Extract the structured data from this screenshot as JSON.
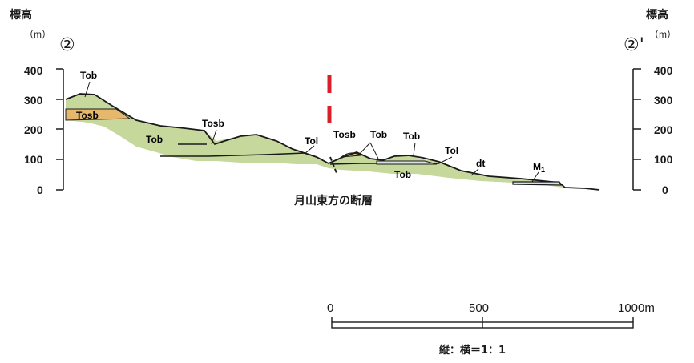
{
  "left_axis": {
    "title": "標高",
    "unit": "（m）",
    "section_marker": "②",
    "ticks": [
      "400",
      "300",
      "200",
      "100",
      "0"
    ]
  },
  "right_axis": {
    "title": "標高",
    "unit": "（m）",
    "section_marker": "②'",
    "ticks": [
      "400",
      "300",
      "200",
      "100",
      "0"
    ]
  },
  "labels": {
    "tob_peak": "Tob",
    "tosb_left": "Tosb",
    "tob_left": "Tob",
    "tosb_mid": "Tosb",
    "tol_mid": "Tol",
    "tosb_right": "Tosb",
    "tob_right1": "Tob",
    "tob_right2": "Tob",
    "tol_right": "Tol",
    "tob_lower": "Tob",
    "dt": "dt",
    "m1": "M",
    "m1_sub": "1"
  },
  "fault_label": "月山東方の断層",
  "scale_bar": {
    "labels": [
      "0",
      "500",
      "1000m"
    ],
    "ratio_text": "縦：横＝1：1"
  },
  "colors": {
    "tob_fill": "#c6d89b",
    "tosb_fill": "#e6b86e",
    "fault_red": "#d9202a",
    "line": "#1a1a1a"
  }
}
